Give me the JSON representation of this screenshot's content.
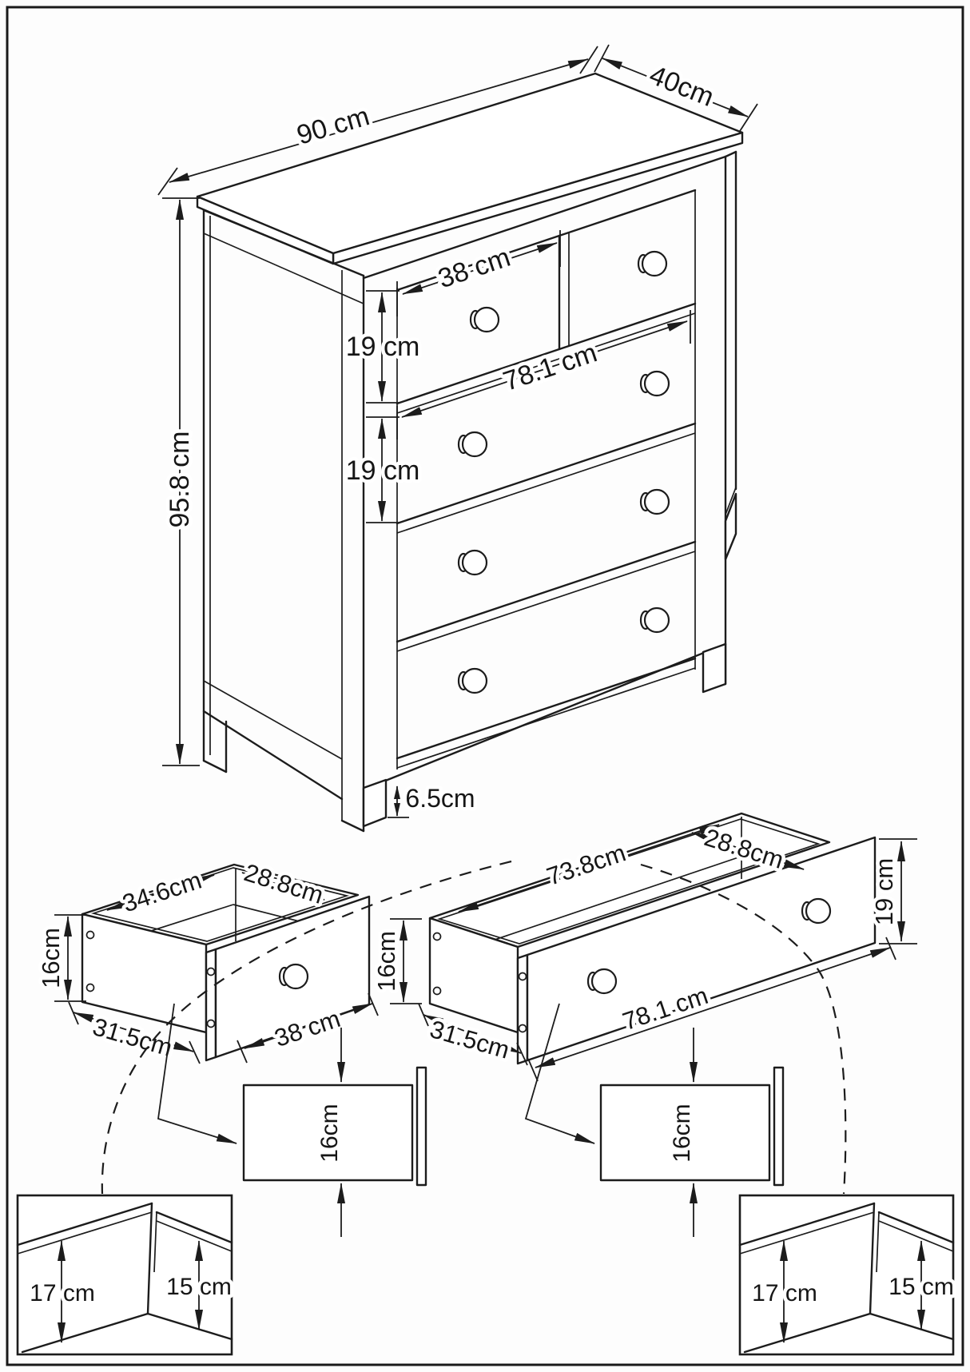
{
  "drawing": {
    "chest": {
      "width": "90 cm",
      "depth": "40cm",
      "height": "95.8 cm",
      "small_drawer_width": "38 cm",
      "top_drawer_height": "19 cm",
      "middle_drawer_height": "19 cm",
      "large_drawer_width": "78.1 cm",
      "leg_height": "6.5cm"
    },
    "small_drawer_detail": {
      "inner_width": "34.6cm",
      "inner_depth": "28.8cm",
      "side_height": "16cm",
      "side_depth": "31.5cm",
      "front_width": "38 cm"
    },
    "large_drawer_detail": {
      "inner_width": "73.8cm",
      "inner_depth": "28.8cm",
      "side_height": "16cm",
      "side_depth": "31.5cm",
      "front_width": "78.1 cm",
      "front_height": "19 cm"
    },
    "left_panel_detail": {
      "height": "16cm"
    },
    "right_panel_detail": {
      "height": "16cm"
    },
    "left_corner_detail": {
      "back_panel_height": "17 cm",
      "side_panel_height": "15 cm"
    },
    "right_corner_detail": {
      "back_panel_height": "17 cm",
      "side_panel_height": "15 cm"
    }
  }
}
